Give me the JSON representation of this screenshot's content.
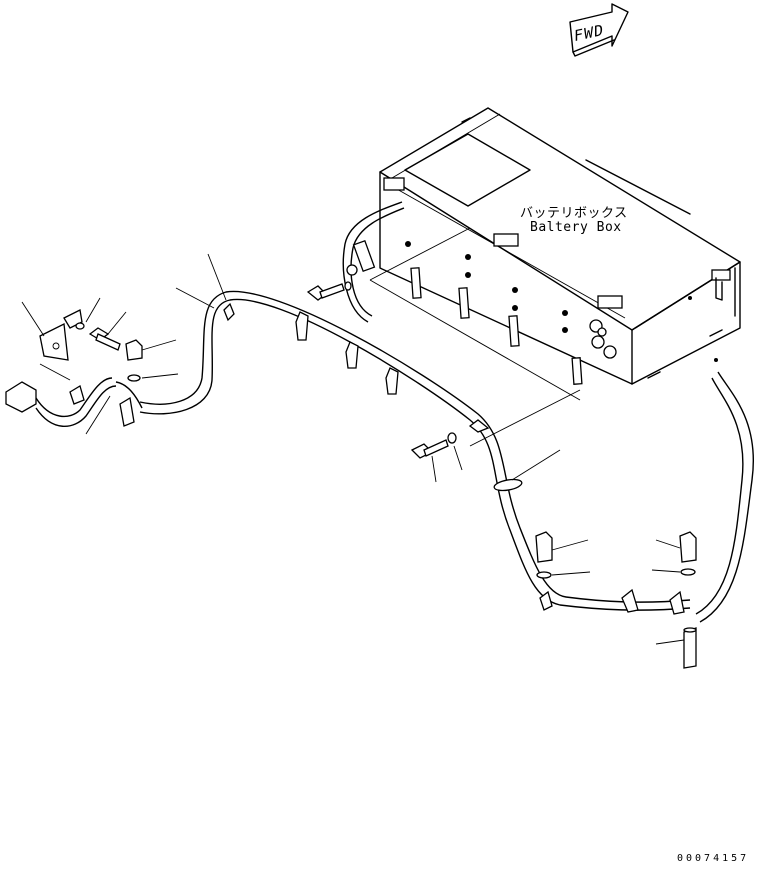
{
  "fwd_marker": {
    "text": "FWD"
  },
  "battery_box": {
    "label_jp": "バッテリボックス",
    "label_en": "Baltery Box"
  },
  "drawing_number": "00074157"
}
